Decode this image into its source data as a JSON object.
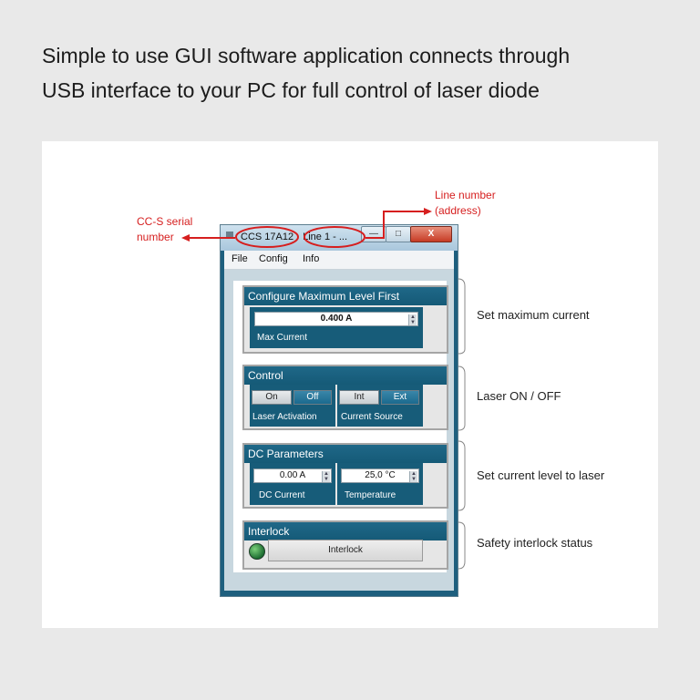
{
  "headline": {
    "line1": "Simple to use GUI software application connects through",
    "line2": "USB interface to your PC for full control of laser diode"
  },
  "window": {
    "serial": "CCS 17A12",
    "line": "Line 1 - ...",
    "close_symbol": "X",
    "menu": [
      "File",
      "Config",
      "Info"
    ]
  },
  "groups": {
    "max_level": {
      "title": "Configure Maximum Level First",
      "value": "0.400 A",
      "label": "Max Current"
    },
    "control": {
      "title": "Control",
      "buttons": [
        "On",
        "Off",
        "Int",
        "Ext"
      ],
      "label_activation": "Laser Activation",
      "label_source": "Current Source"
    },
    "dc": {
      "title": "DC Parameters",
      "current_value": "0.00 A",
      "temperature_value": "25,0 °C",
      "label_current": "DC Current",
      "label_temperature": "Temperature"
    },
    "interlock": {
      "title": "Interlock",
      "button": "Interlock"
    }
  },
  "annotations": {
    "serial_label_1": "CC-S serial",
    "serial_label_2": "number",
    "line_label_1": "Line number",
    "line_label_2": "(address)",
    "callouts": [
      "Set maximum current",
      "Laser ON / OFF",
      "Set current level to laser",
      "Safety interlock status"
    ]
  },
  "colors": {
    "annotation_red": "#d61f1f",
    "group_header": "#1f6888",
    "window_frame": "#1e5f7e",
    "selected_button": "#1b6a8e"
  },
  "icons": [
    "window-app-icon",
    "minimize-icon",
    "maximize-icon",
    "close-icon",
    "spinner-arrows-icon",
    "status-led-icon"
  ]
}
